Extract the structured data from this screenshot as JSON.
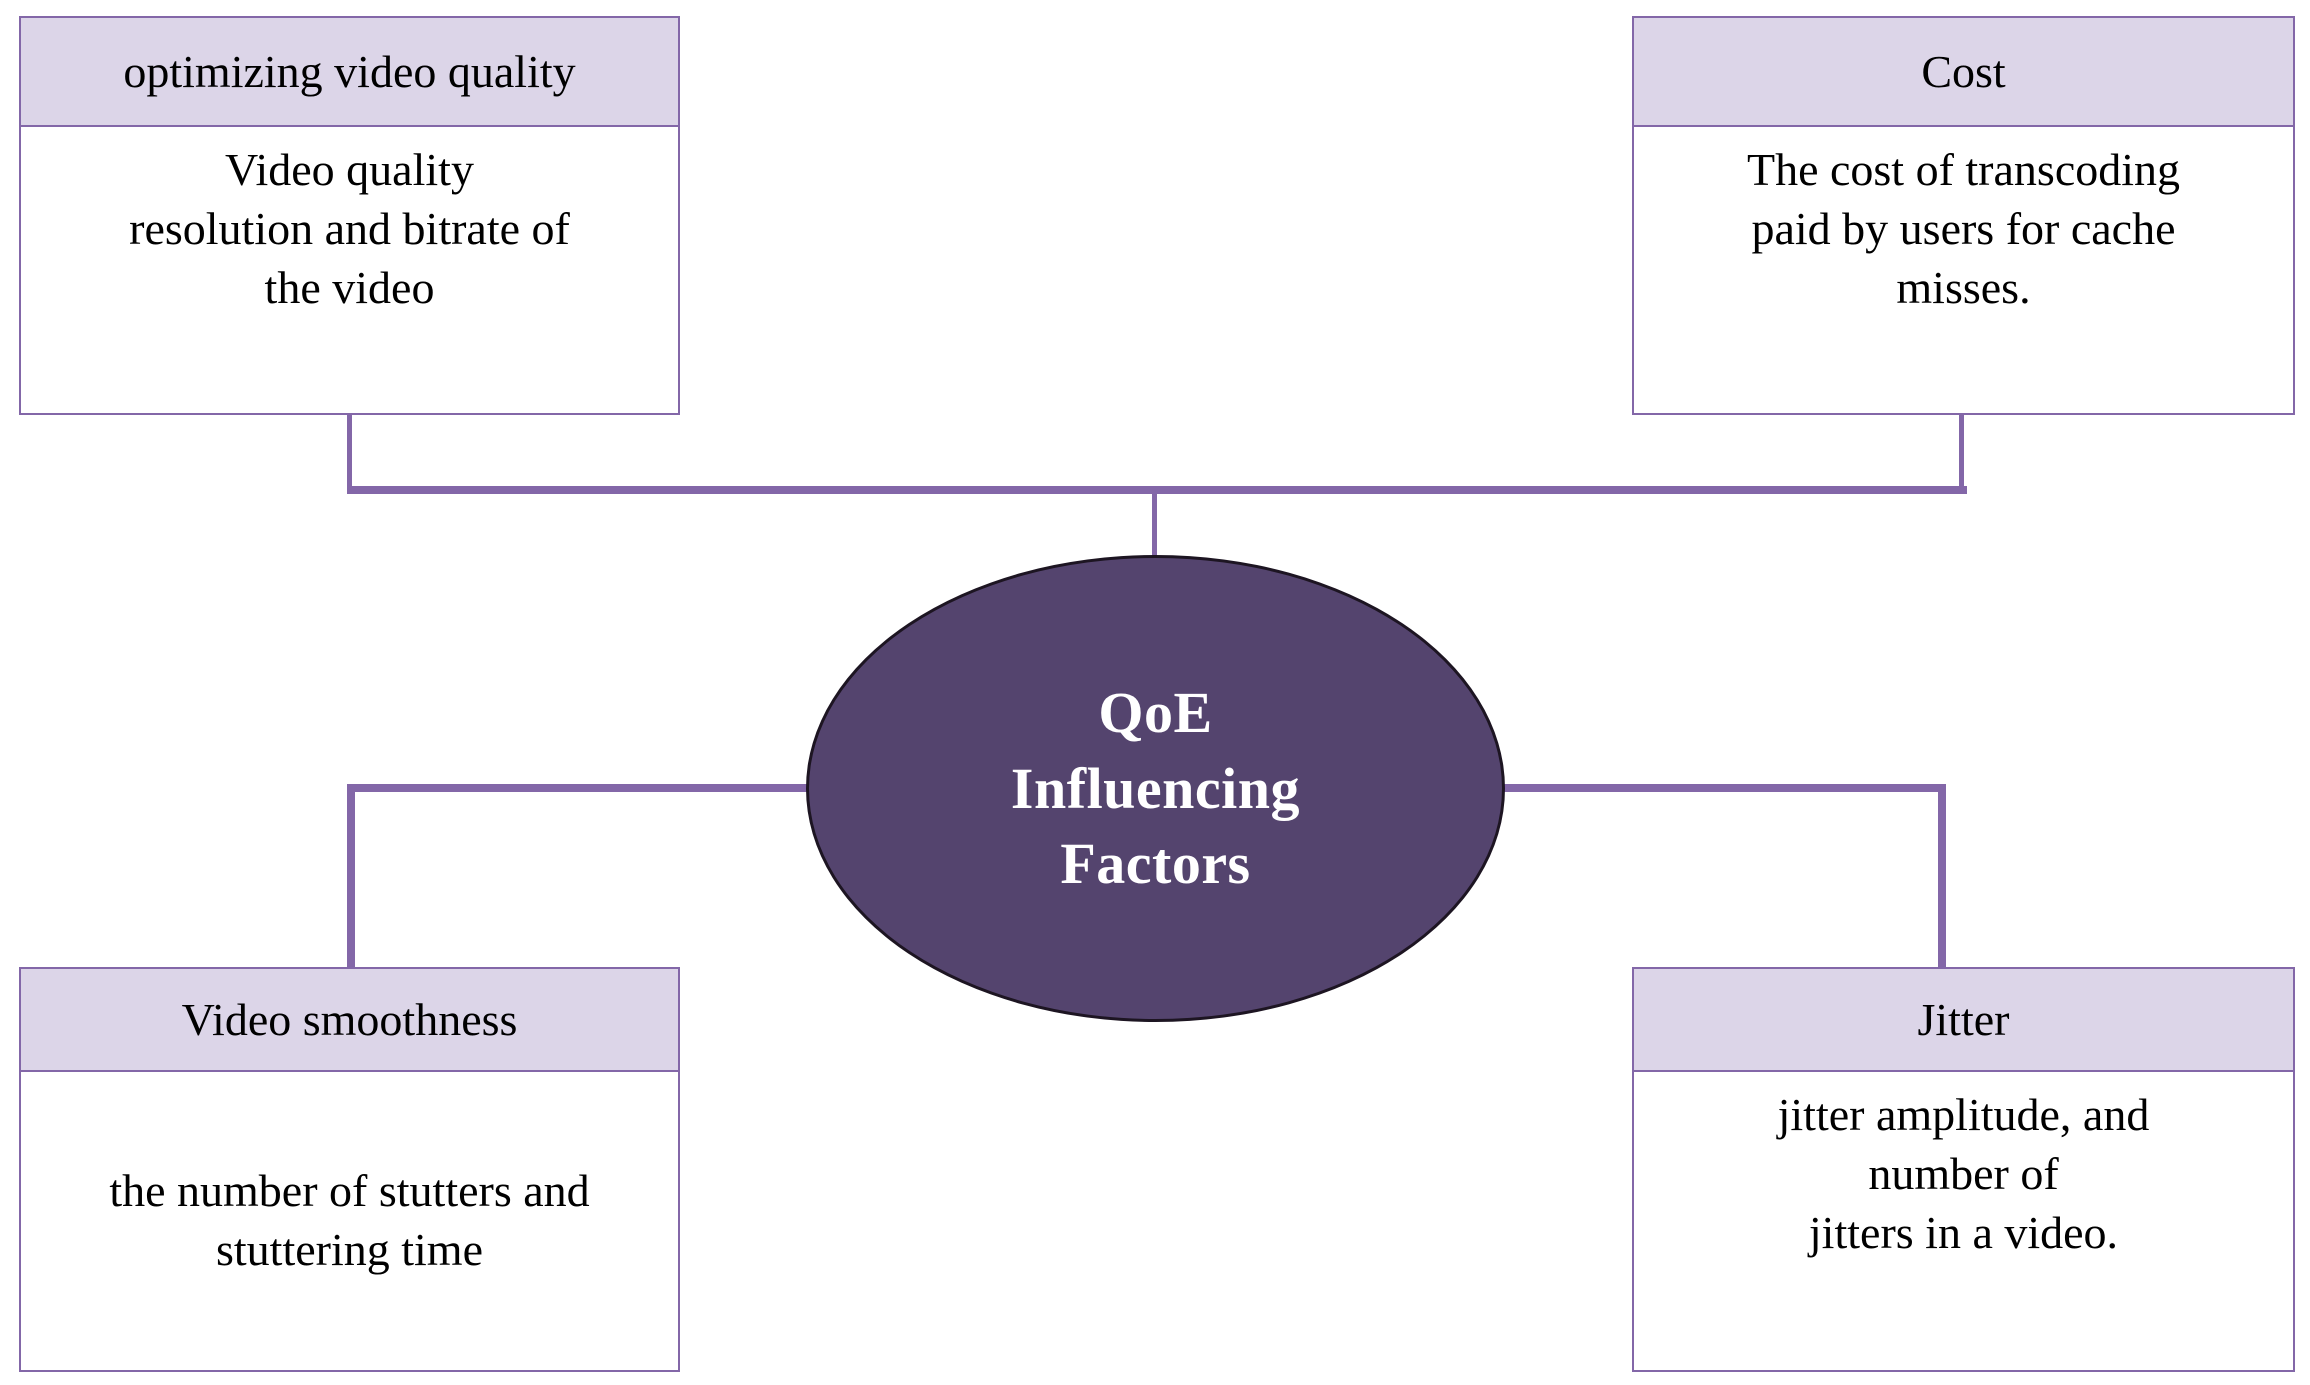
{
  "diagram": {
    "title": "QoE Influencing Factors",
    "type": "mind-map",
    "colors": {
      "hub_fill": "#54446e",
      "hub_text": "#ffffff",
      "card_header_fill": "#dcd5e8",
      "card_border": "#8367a8",
      "connector": "#8367a8",
      "card_body_fill": "#ffffff",
      "text": "#000000"
    },
    "hub": {
      "label": "QoE\nInfluencing\nFactors"
    },
    "nodes": [
      {
        "id": "video-quality",
        "position": "top-left",
        "header": "optimizing video quality",
        "body": "Video quality\nresolution and bitrate of\nthe video"
      },
      {
        "id": "cost",
        "position": "top-right",
        "header": "Cost",
        "body": "The cost of transcoding\npaid by users for cache\nmisses."
      },
      {
        "id": "video-smoothness",
        "position": "bottom-left",
        "header": "Video smoothness",
        "body": "the number of stutters and\nstuttering time"
      },
      {
        "id": "jitter",
        "position": "bottom-right",
        "header": "Jitter",
        "body": "jitter amplitude, and\nnumber of\njitters in a video."
      }
    ],
    "connectors": [
      {
        "from": "video-quality",
        "to": "hub",
        "style": "orthogonal"
      },
      {
        "from": "cost",
        "to": "hub",
        "style": "orthogonal"
      },
      {
        "from": "video-smoothness",
        "to": "hub",
        "style": "orthogonal"
      },
      {
        "from": "jitter",
        "to": "hub",
        "style": "orthogonal"
      }
    ]
  }
}
